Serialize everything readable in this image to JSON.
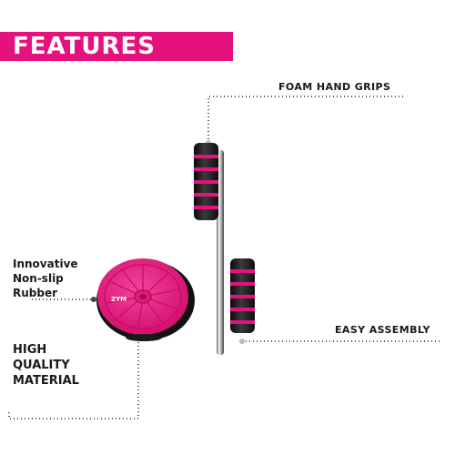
{
  "banner": {
    "title": "FEATURES",
    "color": "#e5127d"
  },
  "callouts": {
    "foam_grips": "FOAM HAND GRIPS",
    "easy_assembly": "EASY ASSEMBLY",
    "rubber": [
      "Innovative",
      "Non-slip",
      "Rubber"
    ],
    "material": [
      "HIGH",
      "QUALITY",
      "MATERIAL"
    ]
  },
  "product": {
    "wheel_color": "#e8207f",
    "grip_color": "#1c1c1c",
    "stripe_color": "#e5127d",
    "logo_text": "ZYM"
  }
}
